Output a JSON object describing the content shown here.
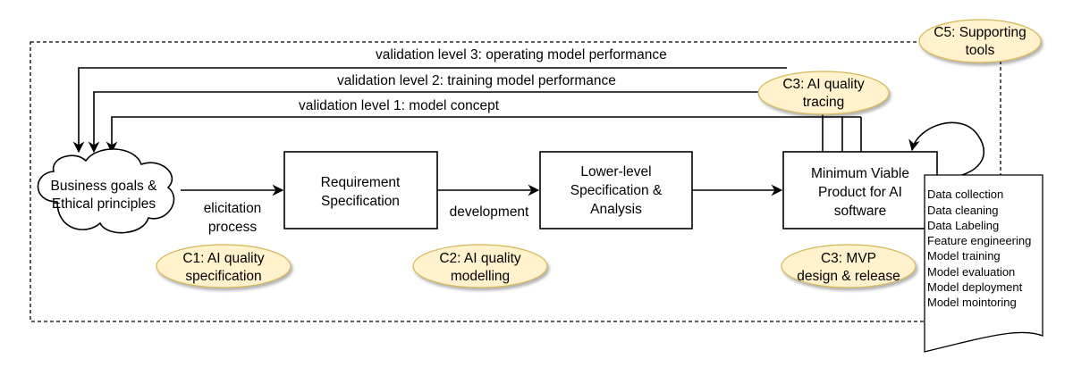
{
  "validation_levels": [
    "validation level 3: operating model performance",
    "validation level 2: training model performance",
    "validation level 1: model concept"
  ],
  "nodes": {
    "business": [
      "Business goals &",
      "Ethical principles"
    ],
    "requirement": [
      "Requirement",
      "Specification"
    ],
    "lower_level": [
      "Lower-level",
      "Specification &",
      "Analysis"
    ],
    "mvp": [
      "Minimum Viable",
      "Product for AI",
      "software"
    ]
  },
  "edge_labels": {
    "elicitation": [
      "elicitation",
      "process"
    ],
    "development": "development"
  },
  "callouts": {
    "c1": [
      "C1: AI quality",
      "specification"
    ],
    "c2": [
      "C2: AI quality",
      "modelling"
    ],
    "c3_mvp": [
      "C3: MVP",
      "design & release"
    ],
    "c3_tracing": [
      "C3: AI quality",
      "tracing"
    ],
    "c5": [
      "C5: Supporting",
      "tools"
    ]
  },
  "mvp_steps": [
    "Data collection",
    "Data cleaning",
    "Data Labeling",
    "Feature engineering",
    "Model training",
    "Model evaluation",
    "Model deployment",
    "Model mointoring"
  ],
  "colors": {
    "callout_fill": "#fff2cc",
    "callout_stroke": "#d6b656",
    "line": "#000000"
  }
}
